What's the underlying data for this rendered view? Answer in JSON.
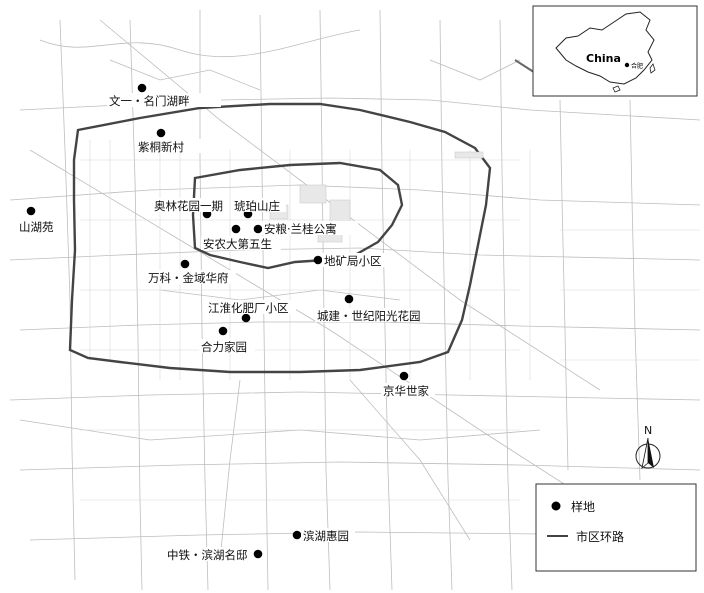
{
  "map": {
    "sites": [
      {
        "label": "文一・名门湖畔"
      },
      {
        "label": "紫桐新村"
      },
      {
        "label": "山湖苑"
      },
      {
        "label": "奥林花园一期"
      },
      {
        "label": "琥珀山庄"
      },
      {
        "label": "安粮·兰桂公寓"
      },
      {
        "label": "安农大第五生"
      },
      {
        "label": "地矿局小区"
      },
      {
        "label": "万科・金域华府"
      },
      {
        "label": "江淮化肥厂小区"
      },
      {
        "label": "城建・世纪阳光花园"
      },
      {
        "label": "合力家园"
      },
      {
        "label": "京华世家"
      },
      {
        "label": "滨湖惠园"
      },
      {
        "label": "中铁・滨湖名邸"
      }
    ],
    "inset": {
      "country": "China",
      "city": "合肥"
    },
    "north_label": "N",
    "legend": {
      "site": "样地",
      "ring_road": "市区环路"
    }
  }
}
